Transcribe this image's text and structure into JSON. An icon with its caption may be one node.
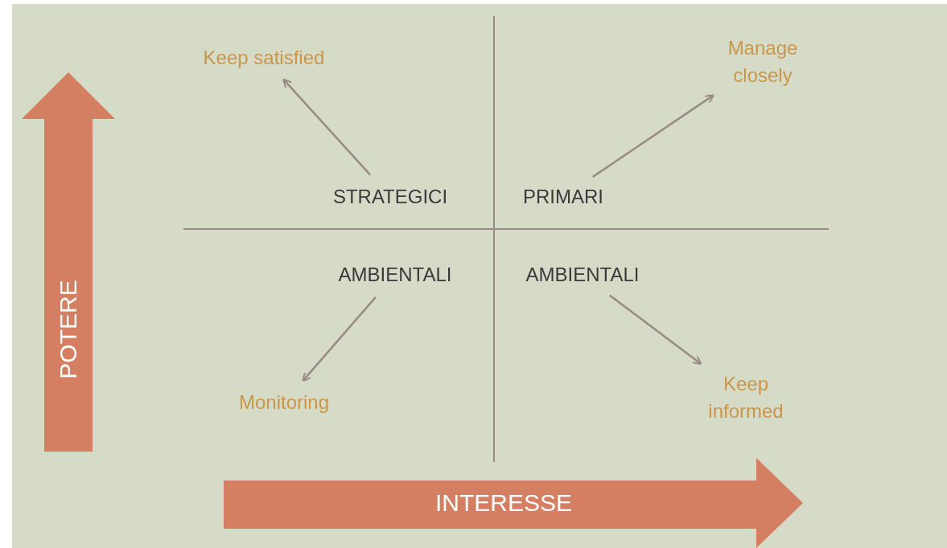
{
  "diagram": {
    "nodes": [
      {
        "text": [
          "Keep satisfied"
        ]
      },
      {
        "text": [
          "Manage closely"
        ]
      },
      {
        "text": [
          "STRATEGICI"
        ]
      },
      {
        "text": [
          "PRIMARI"
        ]
      },
      {
        "text": [
          "AMBIENTALI"
        ]
      },
      {
        "text": [
          "AMBIENTALI"
        ]
      },
      {
        "text": [
          "Monitoring"
        ]
      },
      {
        "text": [
          "Keep informed"
        ]
      },
      {
        "text": [
          "POTERE"
        ]
      },
      {
        "text": [
          "INTERESSE"
        ]
      }
    ],
    "edges": [
      {
        "from": 2,
        "to": 0,
        "arrow": "to"
      },
      {
        "from": 3,
        "to": 1,
        "arrow": "to"
      },
      {
        "from": 4,
        "to": 6,
        "arrow": "to"
      },
      {
        "from": 5,
        "to": 7,
        "arrow": "to"
      }
    ]
  }
}
